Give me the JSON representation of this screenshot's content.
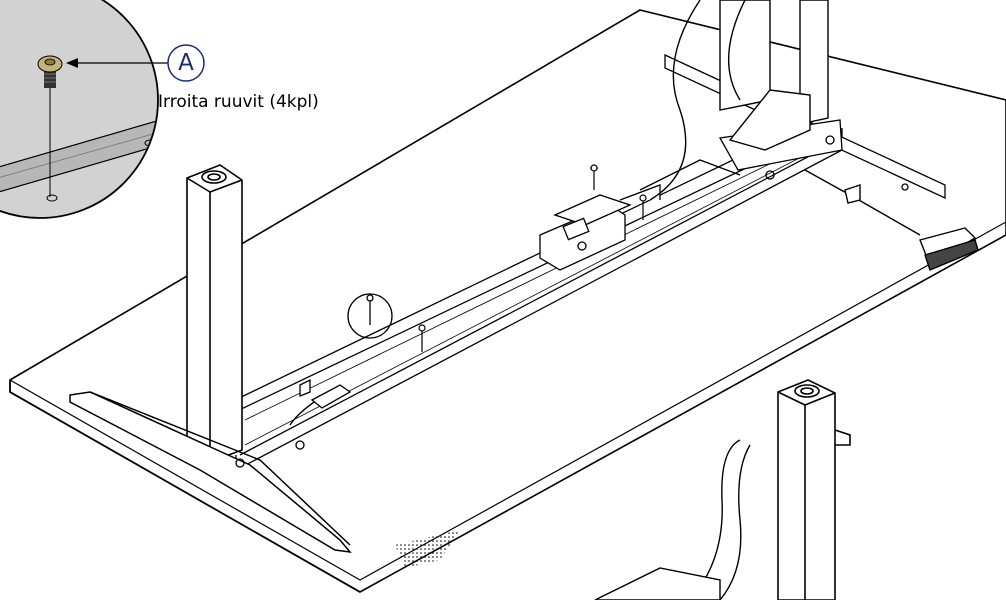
{
  "callout": {
    "label": "A",
    "text": "Irroita ruuvit (4kpl)"
  },
  "colors": {
    "line": "#000000",
    "label_circle": "#1c2a7a",
    "zoom_fill": "#c9c9c9",
    "screw_head": "#c4b278"
  },
  "parts": {
    "tabletop": "tabletop-outline",
    "legs": [
      "left-leg-column",
      "right-leg-column"
    ],
    "feet": [
      "left-foot",
      "right-foot"
    ],
    "frame": "under-frame-beam",
    "control_box": "control-box",
    "screws": 4
  }
}
